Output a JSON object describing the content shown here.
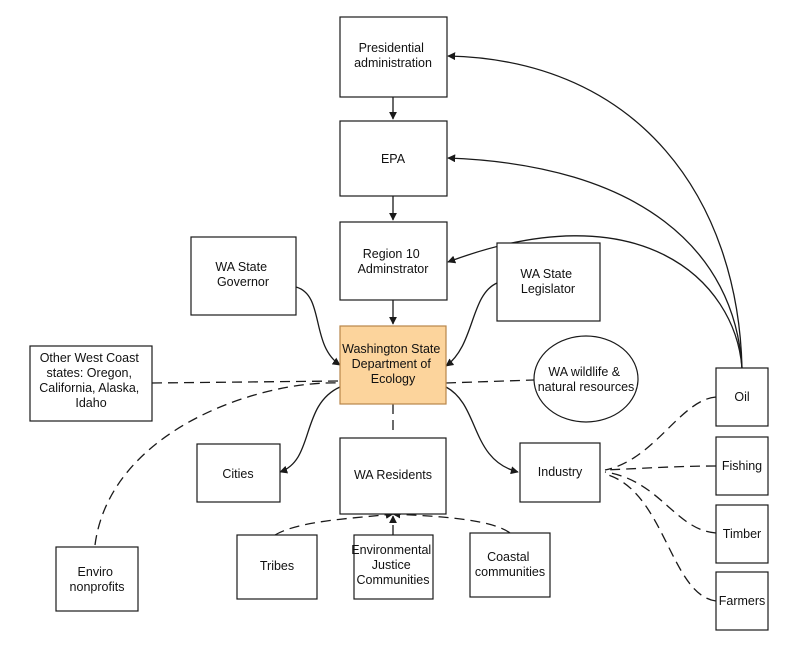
{
  "nodes": {
    "presidential": {
      "label": [
        "Presidential",
        "administration"
      ]
    },
    "epa": {
      "label": [
        "EPA"
      ]
    },
    "region10": {
      "label": [
        "Region 10",
        "Adminstrator"
      ]
    },
    "wa_governor": {
      "label": [
        "WA State",
        "Governor"
      ]
    },
    "wa_legislator": {
      "label": [
        "WA State",
        "Legislator"
      ]
    },
    "ecology": {
      "label": [
        "Washington State",
        "Department of",
        "Ecology"
      ]
    },
    "other_states": {
      "label": [
        "Other West Coast",
        "states: Oregon,",
        "California, Alaska,",
        "Idaho"
      ]
    },
    "wildlife": {
      "label": [
        "WA wildlife &",
        "natural resources"
      ]
    },
    "cities": {
      "label": [
        "Cities"
      ]
    },
    "residents": {
      "label": [
        "WA Residents"
      ]
    },
    "industry": {
      "label": [
        "Industry"
      ]
    },
    "oil": {
      "label": [
        "Oil"
      ]
    },
    "fishing": {
      "label": [
        "Fishing"
      ]
    },
    "timber": {
      "label": [
        "Timber"
      ]
    },
    "farmers": {
      "label": [
        "Farmers"
      ]
    },
    "enviro": {
      "label": [
        "Enviro",
        "nonprofits"
      ]
    },
    "tribes": {
      "label": [
        "Tribes"
      ]
    },
    "ej": {
      "label": [
        "Environmental",
        "Justice",
        "Communities"
      ]
    },
    "coastal": {
      "label": [
        "Coastal",
        "communities"
      ]
    }
  },
  "colors": {
    "stroke": "#1a1a1a",
    "highlight_fill": "#fcd49c",
    "highlight_stroke": "#b8864a",
    "box_fill": "#ffffff"
  }
}
